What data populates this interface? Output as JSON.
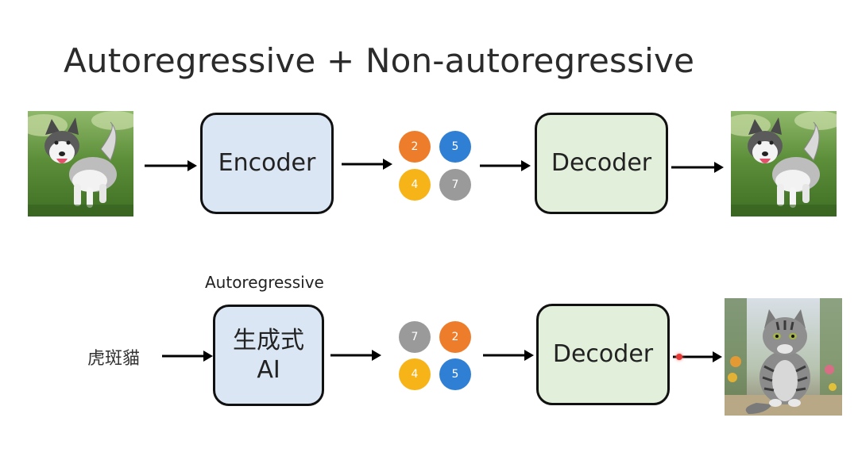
{
  "title": "Autoregressive + Non-autoregressive",
  "row1": {
    "encoder_label": "Encoder",
    "decoder_label": "Decoder",
    "tokens": [
      {
        "text": "2",
        "color": "#ee7d2b"
      },
      {
        "text": "5",
        "color": "#2f7fd4"
      },
      {
        "text": "4",
        "color": "#f6b419"
      },
      {
        "text": "7",
        "color": "#9a9a9a"
      }
    ]
  },
  "row2": {
    "annotation": "Autoregressive",
    "input_text": "虎斑貓",
    "generator_label_line1": "生成式",
    "generator_label_line2": "AI",
    "decoder_label": "Decoder",
    "tokens": [
      {
        "text": "7",
        "color": "#9a9a9a"
      },
      {
        "text": "2",
        "color": "#ee7d2b"
      },
      {
        "text": "4",
        "color": "#f6b419"
      },
      {
        "text": "5",
        "color": "#2f7fd4"
      }
    ]
  },
  "colors": {
    "encoder_fill": "#dae6f3",
    "decoder_fill": "#e2efda",
    "border": "#111111"
  },
  "images": {
    "husky_input": "husky-dog-image",
    "husky_output": "husky-dog-image",
    "cat_output": "tabby-cat-image"
  }
}
